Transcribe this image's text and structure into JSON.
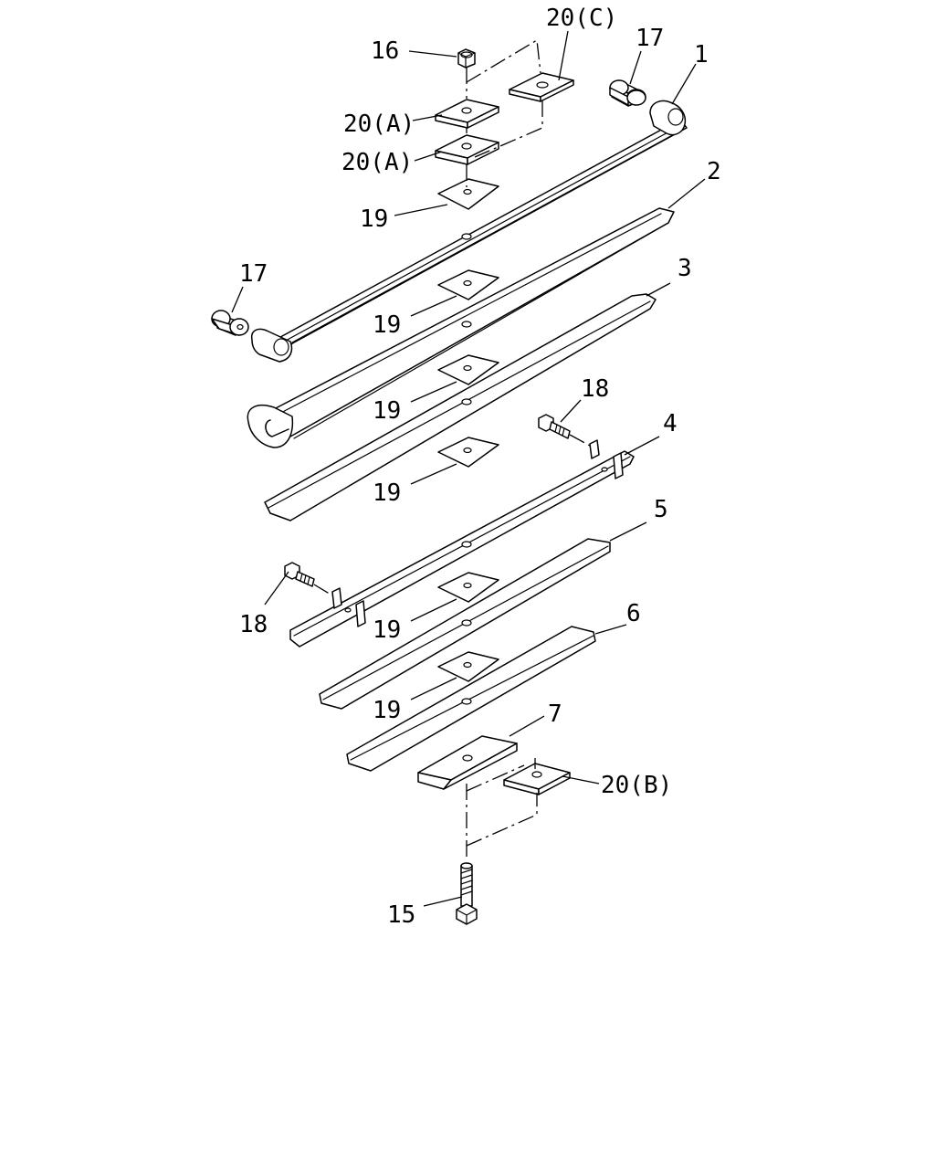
{
  "labels": {
    "l1": "1",
    "l2": "2",
    "l3": "3",
    "l4": "4",
    "l5": "5",
    "l6": "6",
    "l7": "7",
    "l15": "15",
    "l16": "16",
    "l17a": "17",
    "l17b": "17",
    "l18a": "18",
    "l18b": "18",
    "l19": "19",
    "l20a": "20(A)",
    "l20b": "20(B)",
    "l20c": "20(C)"
  }
}
